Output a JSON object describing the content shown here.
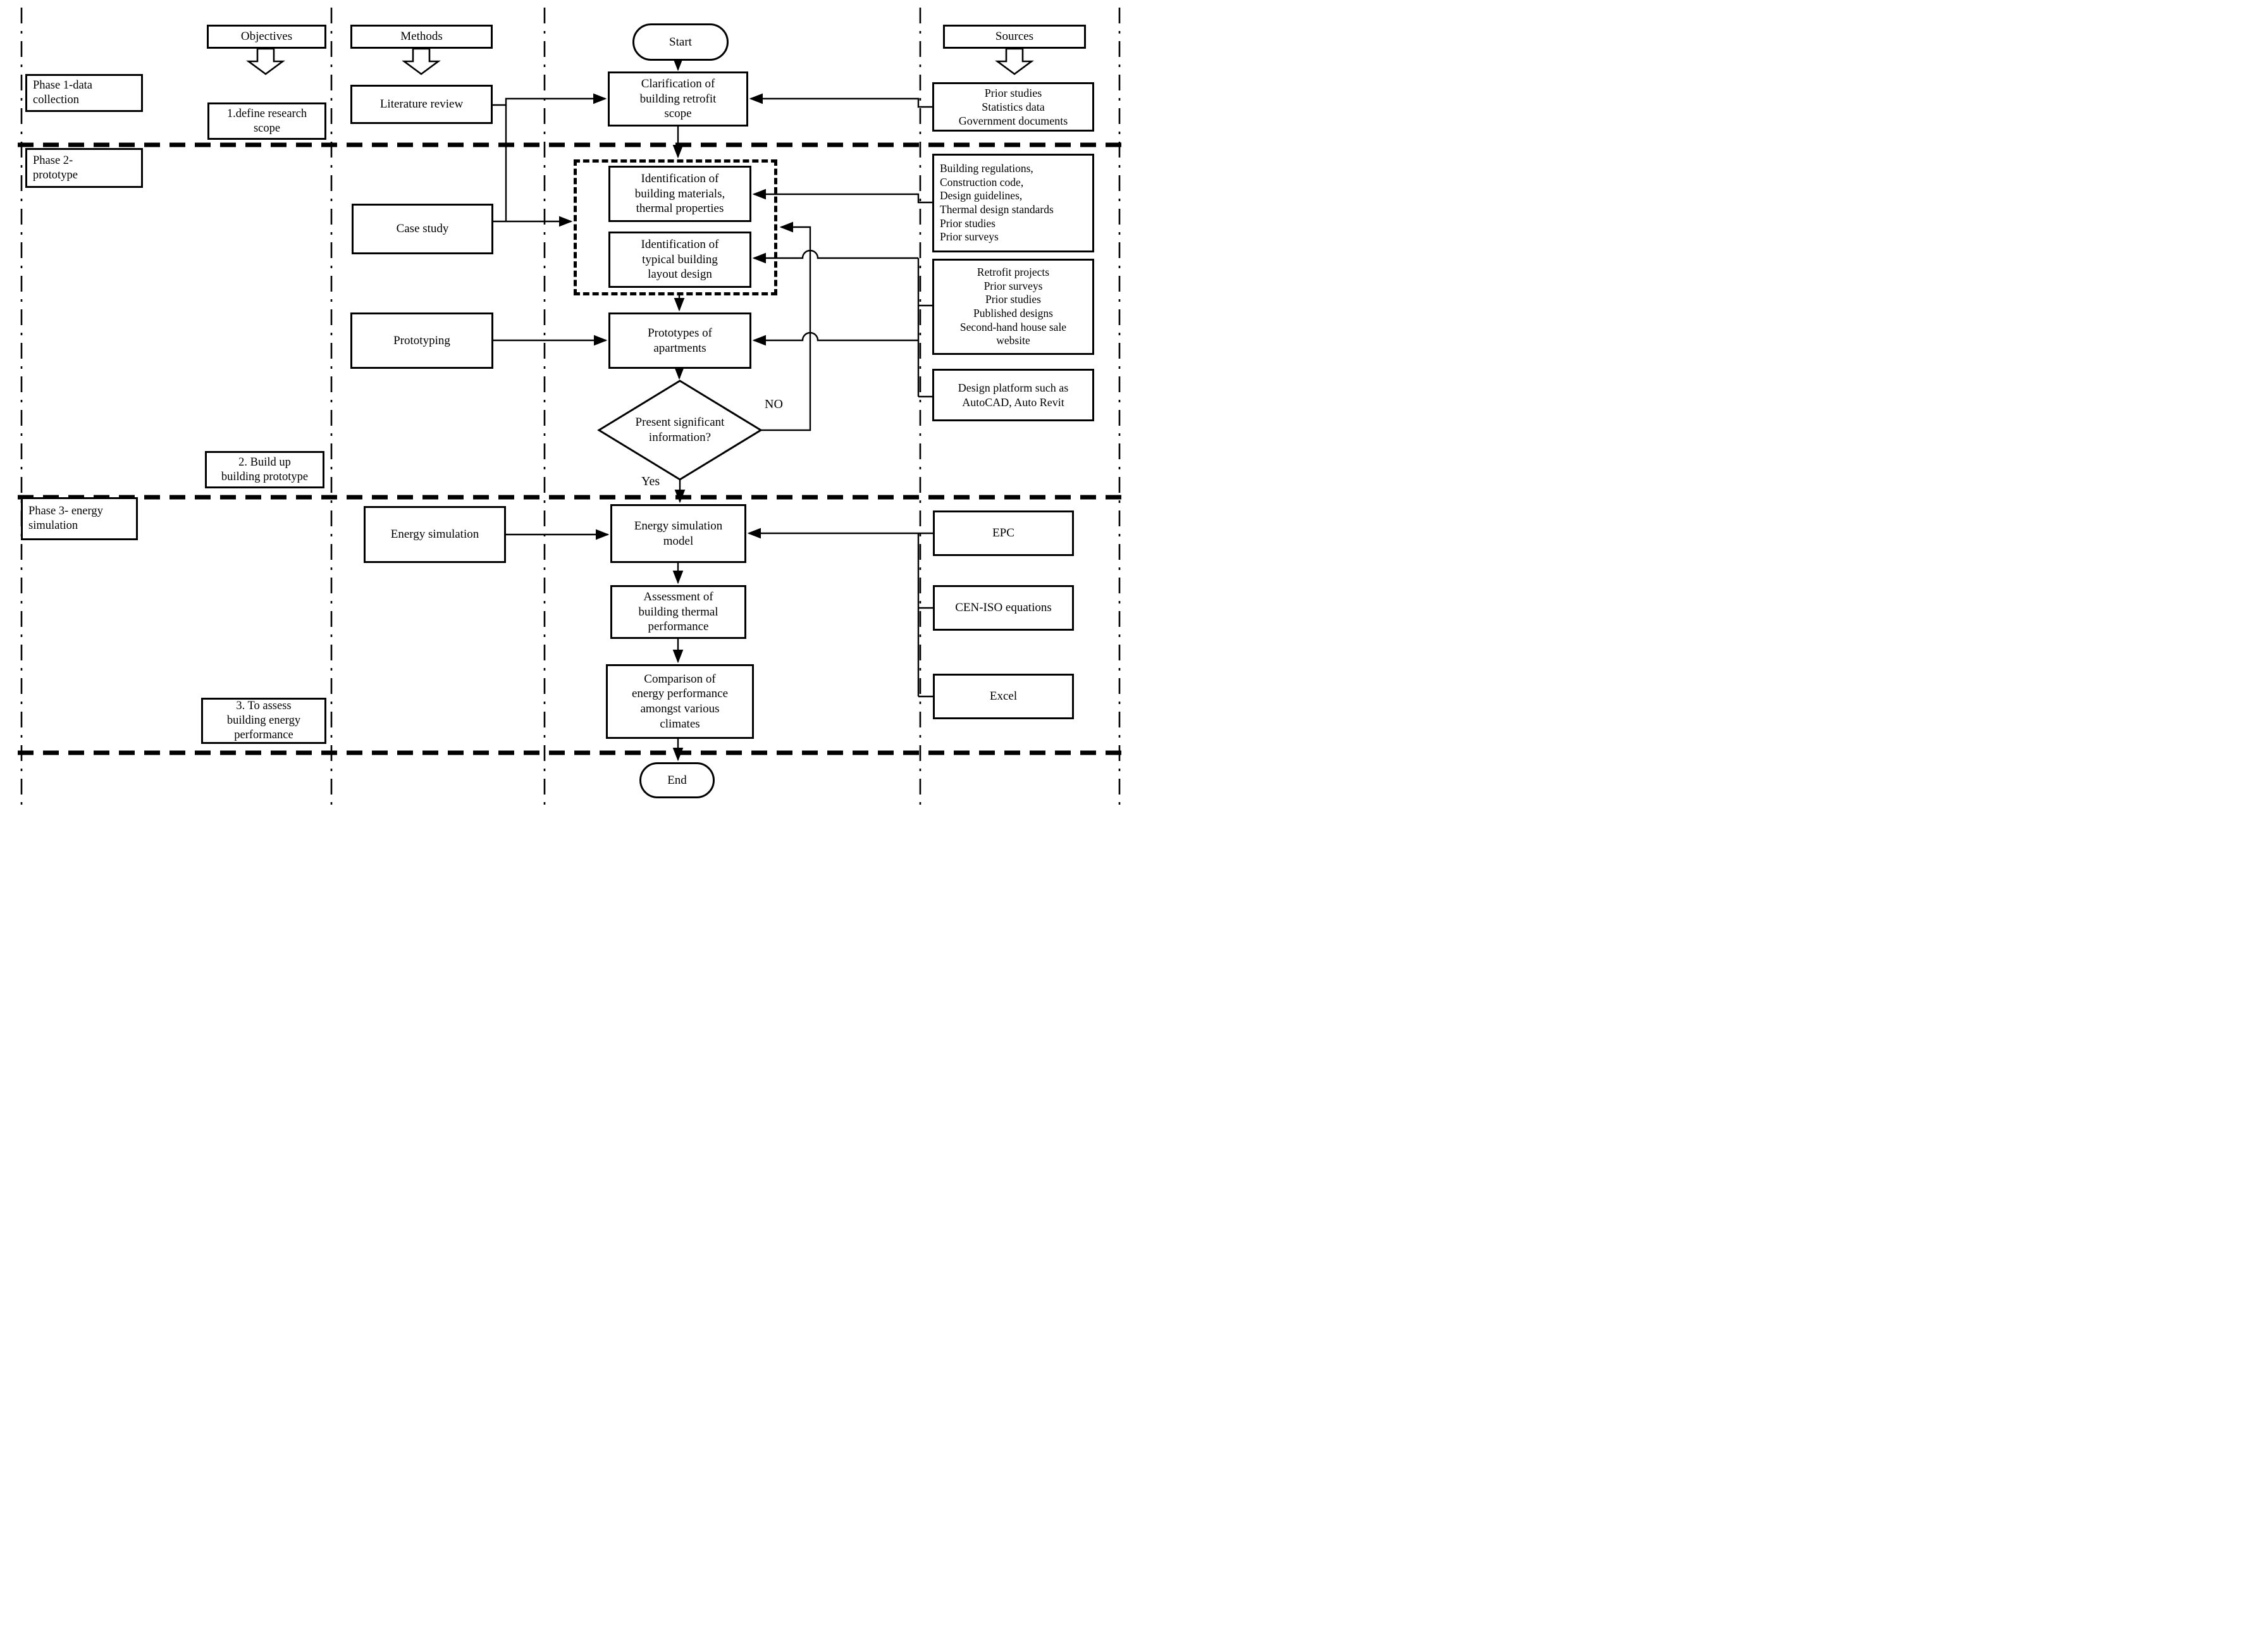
{
  "headers": {
    "objectives": "Objectives",
    "methods": "Methods",
    "sources": "Sources",
    "start": "Start",
    "end": "End"
  },
  "phases": {
    "phase1": "Phase 1-data\ncollection",
    "phase2": "Phase 2-\nprototype",
    "phase3": "Phase 3- energy\nsimulation"
  },
  "objectives": {
    "o1": "1.define research\nscope",
    "o2": "2. Build up\nbuilding prototype",
    "o3": "3. To assess\nbuilding energy\nperformance"
  },
  "methods": {
    "literature_review": "Literature review",
    "case_study": "Case study",
    "prototyping": "Prototyping",
    "energy_simulation": "Energy simulation"
  },
  "process": {
    "clarification": "Clarification of\nbuilding retrofit\nscope",
    "identification_materials": "Identification of\nbuilding materials,\nthermal properties",
    "identification_layout": "Identification of\ntypical building\nlayout design",
    "prototypes": "Prototypes of\napartments",
    "decision": "Present significant\ninformation?",
    "model": "Energy simulation\nmodel",
    "assessment": "Assessment of\nbuilding thermal\nperformance",
    "comparison": "Comparison of\nenergy performance\namongst various\nclimates"
  },
  "sources": {
    "s1": "Prior studies\nStatistics data\nGovernment documents",
    "s2": "Building regulations,\nConstruction code,\nDesign guidelines,\nThermal design standards\nPrior studies\nPrior surveys",
    "s3": "Retrofit projects\nPrior surveys\nPrior studies\nPublished designs\nSecond-hand house sale\nwebsite",
    "s4": "Design platform such as\nAutoCAD, Auto Revit",
    "epc": "EPC",
    "cen_iso": "CEN-ISO equations",
    "excel": "Excel"
  },
  "branch_labels": {
    "no": "NO",
    "yes": "Yes"
  },
  "colors": {
    "ink": "#000000",
    "paper": "#ffffff"
  }
}
